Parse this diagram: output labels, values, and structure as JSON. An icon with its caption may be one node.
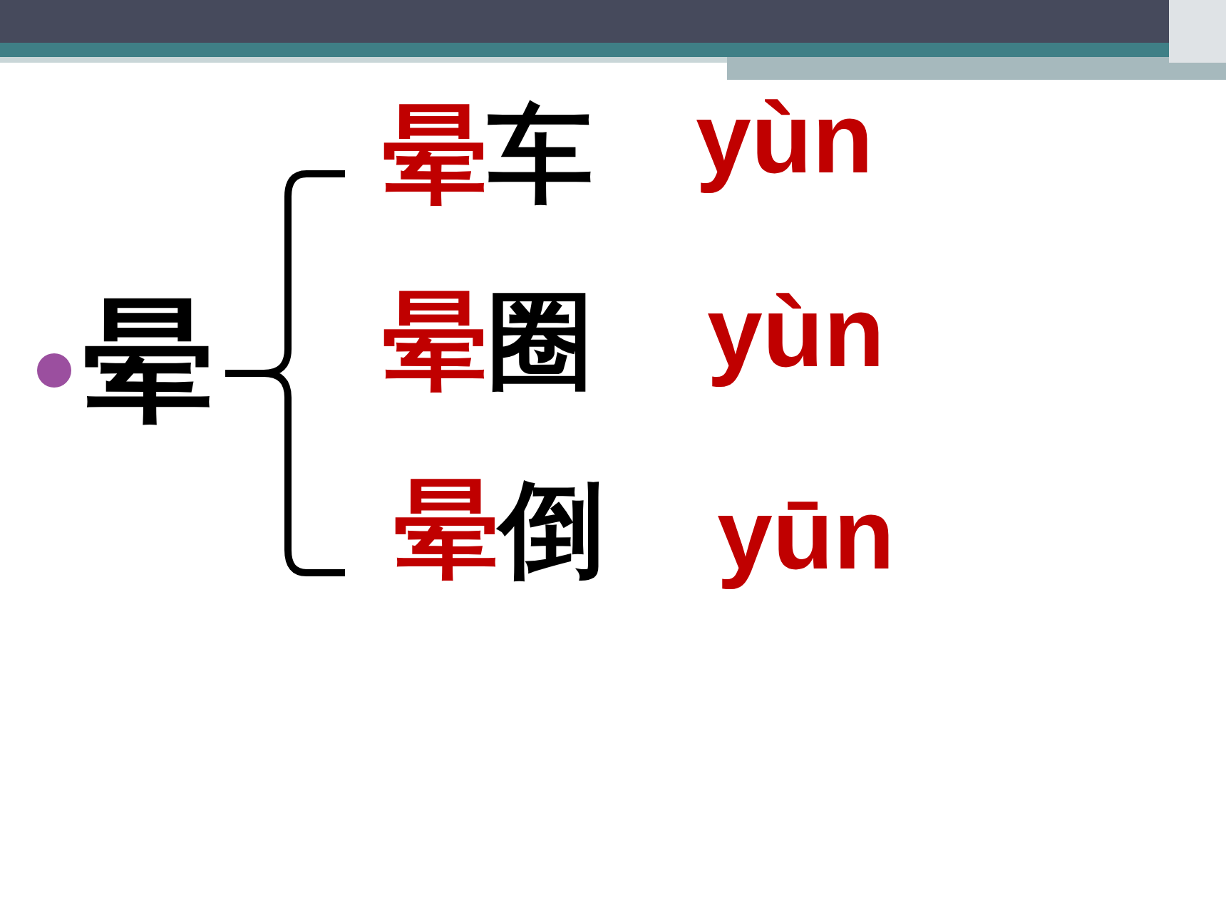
{
  "diagram": {
    "labels": [
      "晕",
      "晕车",
      "yùn",
      "晕圈",
      "yùn",
      "晕倒",
      "yūn"
    ]
  }
}
